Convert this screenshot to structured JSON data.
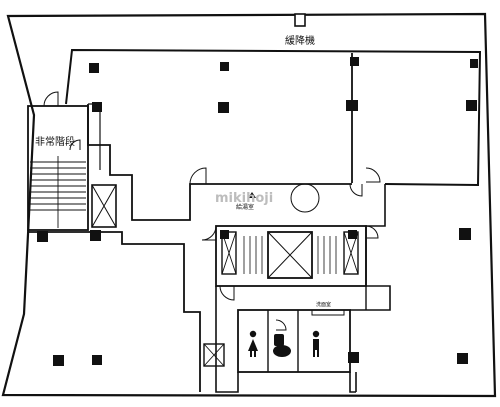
{
  "labels": {
    "slow_descender": "緩降機",
    "emergency_stairs": "非常階段",
    "water_heater": "給湯室",
    "small_sign": "洗面室"
  },
  "watermark": "mikihoji",
  "colors": {
    "line": "#111111",
    "column": "#111111",
    "background": "#ffffff"
  },
  "icons": {
    "restroom_female": "female-person-icon",
    "restroom_male": "male-person-icon",
    "toilet": "toilet-icon",
    "elevator": "elevator-icon",
    "duct": "shaft-x-icon"
  }
}
